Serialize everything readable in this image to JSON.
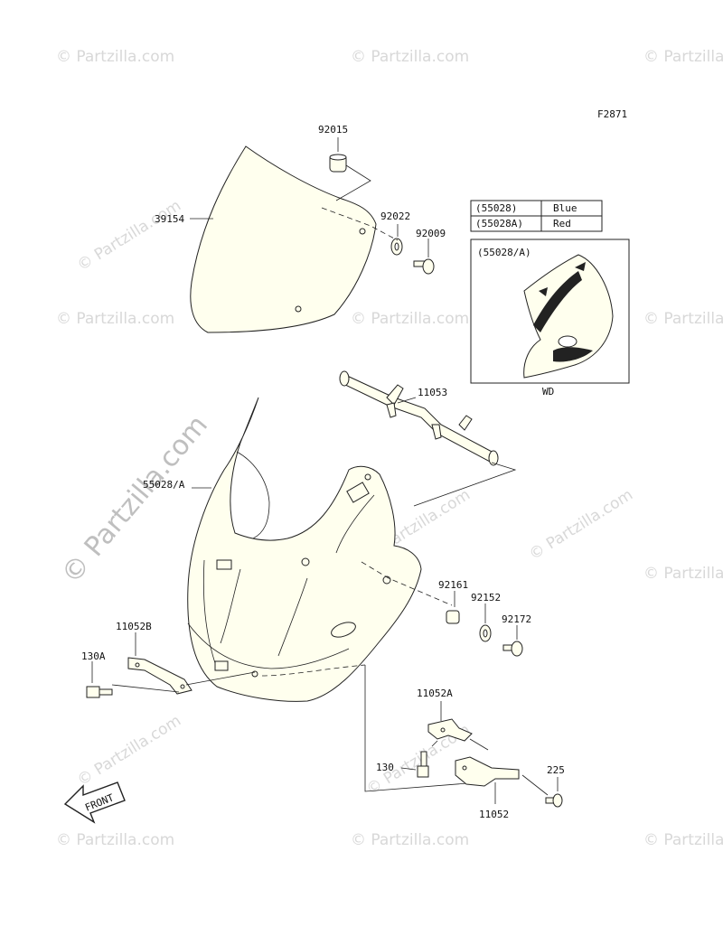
{
  "figure_code": "F2871",
  "watermark": "© Partzilla.com",
  "parts": [
    {
      "num": "92015"
    },
    {
      "num": "39154"
    },
    {
      "num": "92022"
    },
    {
      "num": "92009"
    },
    {
      "num": "11053"
    },
    {
      "num": "55028/A"
    },
    {
      "num": "92161"
    },
    {
      "num": "92152"
    },
    {
      "num": "92172"
    },
    {
      "num": "11052B"
    },
    {
      "num": "130A"
    },
    {
      "num": "11052A"
    },
    {
      "num": "130"
    },
    {
      "num": "225"
    },
    {
      "num": "11052"
    }
  ],
  "color_table": [
    {
      "code": "(55028)",
      "color": "Blue"
    },
    {
      "code": "(55028A)",
      "color": "Red"
    }
  ],
  "inset": {
    "title": "(55028/A)",
    "caption": "WD"
  },
  "front_label": "FRONT"
}
